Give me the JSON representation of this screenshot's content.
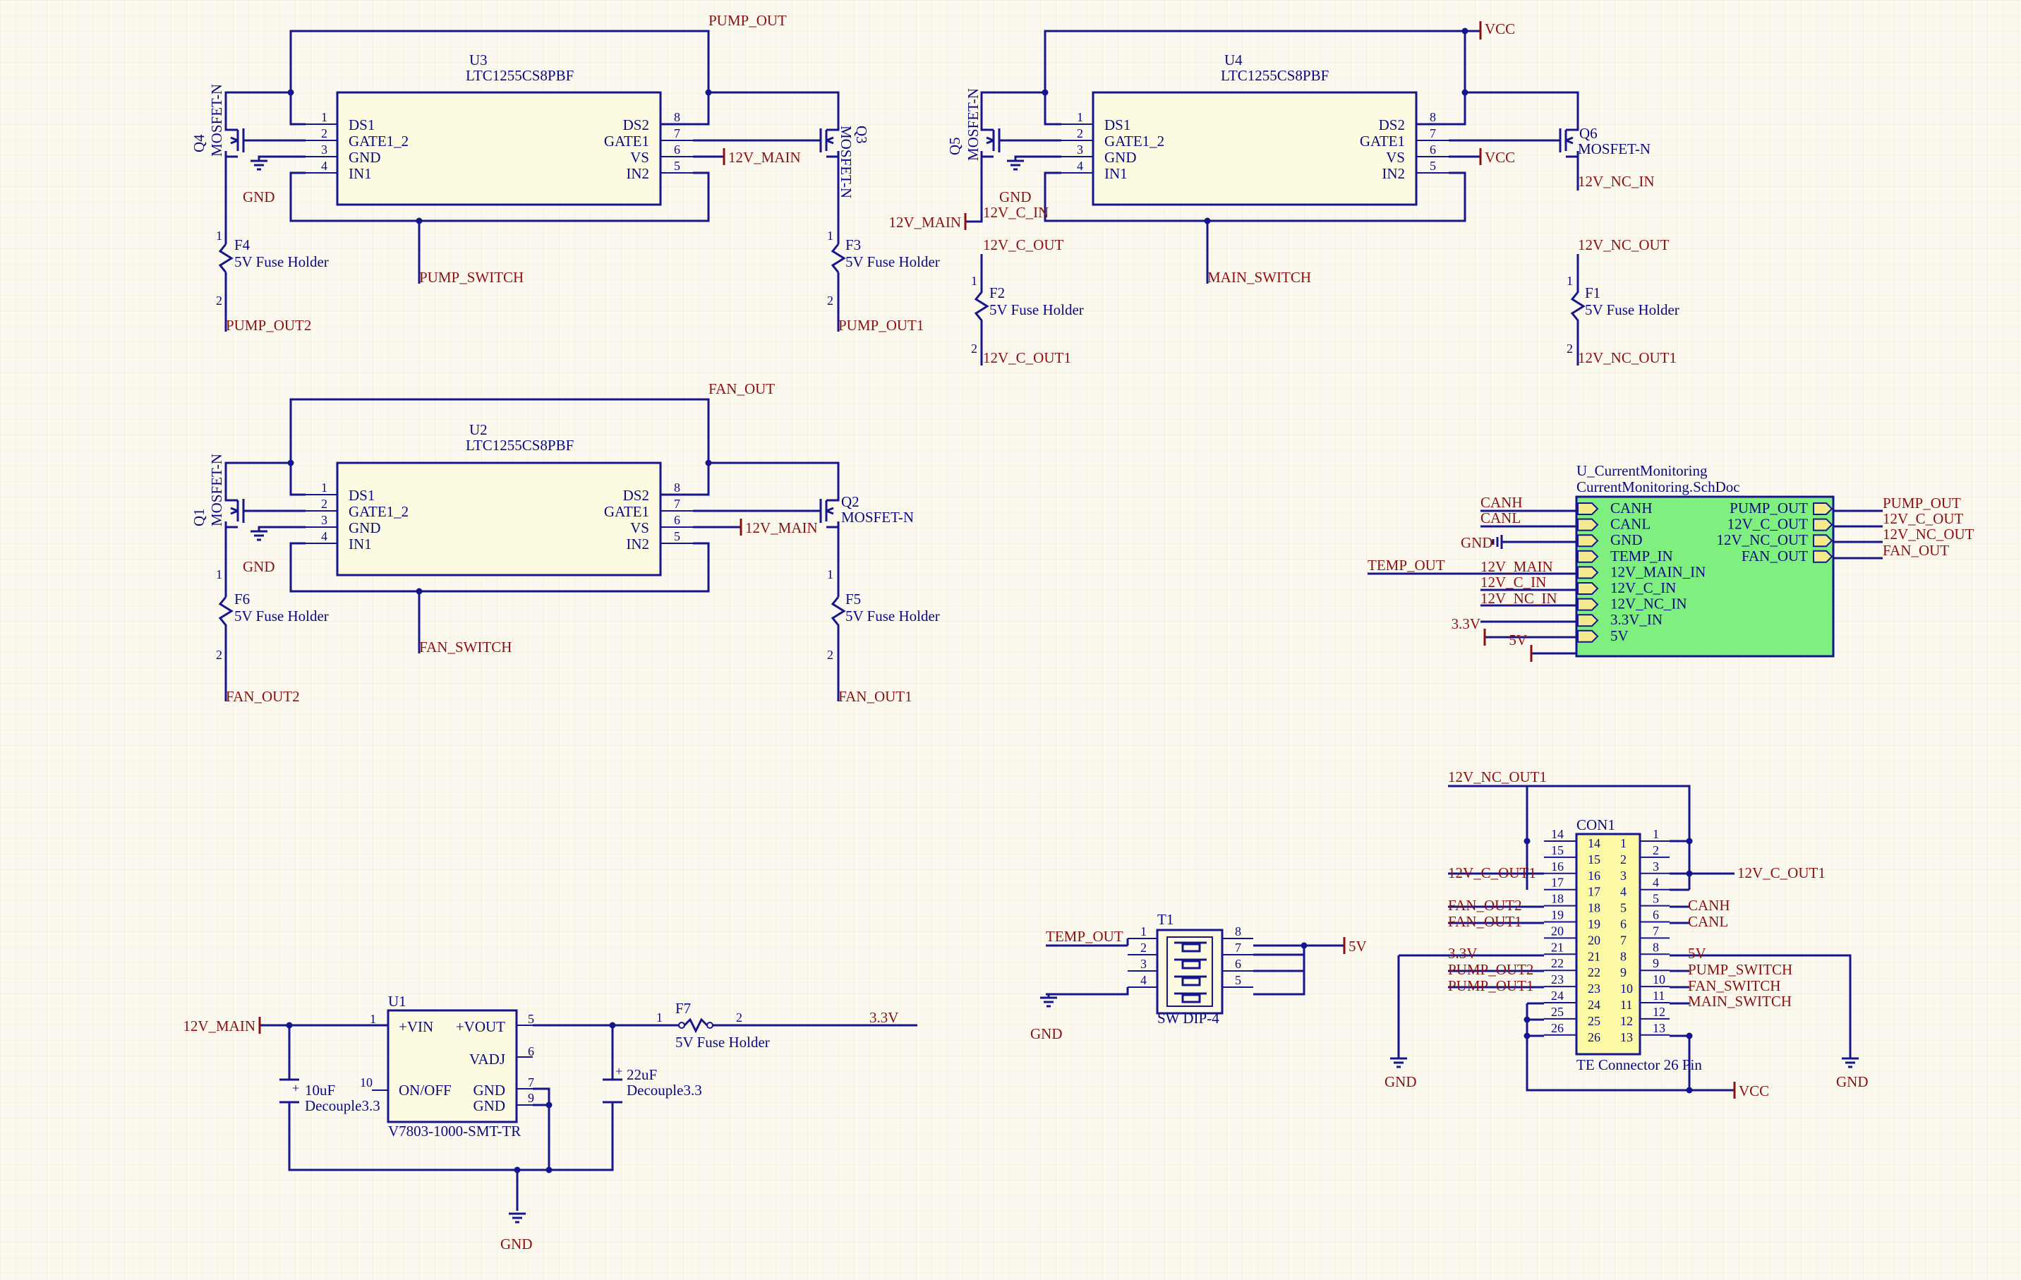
{
  "colors": {
    "background": "#fbf8ef",
    "wire": "#15158c",
    "net_label": "#8a1010",
    "ic_fill": "#fcfbe2",
    "sheet_fill": "#7fef7f",
    "connector_fill": "#fbf8a6"
  },
  "ics": {
    "u3": {
      "ref": "U3",
      "part": "LTC1255CS8PBF"
    },
    "u4": {
      "ref": "U4",
      "part": "LTC1255CS8PBF"
    },
    "u2": {
      "ref": "U2",
      "part": "LTC1255CS8PBF"
    }
  },
  "ltc_left_pins": [
    "DS1",
    "GATE1_2",
    "GND",
    "IN1"
  ],
  "ltc_left_nums": [
    "1",
    "2",
    "3",
    "4"
  ],
  "ltc_right_pins": [
    "DS2",
    "GATE1",
    "VS",
    "IN2"
  ],
  "ltc_right_nums": [
    "8",
    "7",
    "6",
    "5"
  ],
  "mosfets": {
    "q4": "Q4",
    "q3": "Q3",
    "q5": "Q5",
    "q6": "Q6",
    "q1": "Q1",
    "q2": "Q2",
    "type": "MOSFET-N"
  },
  "fuses": {
    "f1": "F1",
    "f2": "F2",
    "f3": "F3",
    "f4": "F4",
    "f5": "F5",
    "f6": "F6",
    "f7": "F7",
    "value": "5V Fuse Holder",
    "pin1": "1",
    "pin2": "2"
  },
  "nets": {
    "pump_out": "PUMP_OUT",
    "pump_out1": "PUMP_OUT1",
    "pump_out2": "PUMP_OUT2",
    "pump_switch": "PUMP_SWITCH",
    "fan_out": "FAN_OUT",
    "fan_out1": "FAN_OUT1",
    "fan_out2": "FAN_OUT2",
    "fan_switch": "FAN_SWITCH",
    "main_switch": "MAIN_SWITCH",
    "v12_main": "12V_MAIN",
    "v12_c_in": "12V_C_IN",
    "v12_c_out": "12V_C_OUT",
    "v12_c_out1": "12V_C_OUT1",
    "v12_nc_in": "12V_NC_IN",
    "v12_nc_out": "12V_NC_OUT",
    "v12_nc_out1": "12V_NC_OUT1",
    "vcc": "VCC",
    "gnd": "GND",
    "v33": "3.3V",
    "v5": "5V",
    "canh": "CANH",
    "canl": "CANL",
    "temp_out": "TEMP_OUT"
  },
  "sheet": {
    "title": "U_CurrentMonitoring",
    "file": "CurrentMonitoring.SchDoc",
    "left_ports": [
      "CANH",
      "CANL",
      "GND",
      "TEMP_IN",
      "12V_MAIN_IN",
      "12V_C_IN",
      "12V_NC_IN",
      "3.3V_IN",
      "5V"
    ],
    "right_ports": [
      "PUMP_OUT",
      "12V_C_OUT",
      "12V_NC_OUT",
      "FAN_OUT"
    ]
  },
  "regulator": {
    "ref": "U1",
    "part": "V7803-1000-SMT-TR",
    "pin_vin": "+VIN",
    "pin_vout": "+VOUT",
    "pin_vadj": "VADJ",
    "pin_onoff": "ON/OFF",
    "pin_gnd": "GND",
    "nums": {
      "vin": "1",
      "vout": "5",
      "vadj": "6",
      "gnd1": "7",
      "gnd2": "9",
      "onoff": "10"
    }
  },
  "caps": {
    "c1_value": "10uF",
    "c1_name": "Decouple3.3",
    "c2_value": "22uF",
    "c2_name": "Decouple3.3"
  },
  "dip": {
    "ref": "T1",
    "part": "SW DIP-4",
    "left_nums": [
      "1",
      "2",
      "3",
      "4"
    ],
    "right_nums": [
      "8",
      "7",
      "6",
      "5"
    ]
  },
  "connector": {
    "ref": "CON1",
    "part": "TE Connector 26 Pin",
    "left_nums": [
      "14",
      "15",
      "16",
      "17",
      "18",
      "19",
      "20",
      "21",
      "22",
      "23",
      "24",
      "25",
      "26"
    ],
    "right_nums": [
      "1",
      "2",
      "3",
      "4",
      "5",
      "6",
      "7",
      "8",
      "9",
      "10",
      "11",
      "12",
      "13"
    ]
  }
}
